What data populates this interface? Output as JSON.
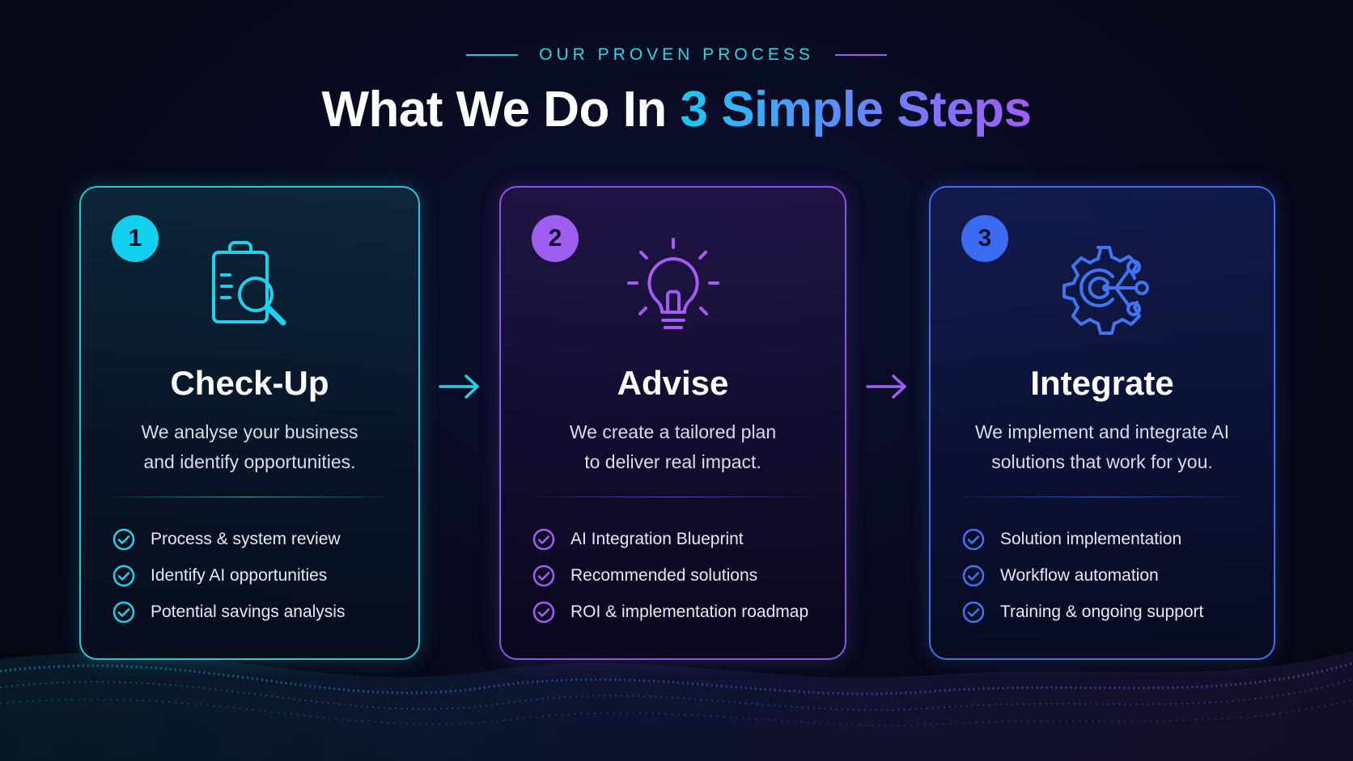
{
  "header": {
    "eyebrow": "OUR PROVEN PROCESS",
    "title_part1": "What We Do In ",
    "title_part2": "3 Simple Steps"
  },
  "colors": {
    "cyan": "#19c9e0",
    "purple": "#9b5cf6",
    "blue": "#3a6bf2",
    "background": "#070a1c"
  },
  "steps": [
    {
      "number": "1",
      "icon": "clipboard-magnifier-icon",
      "title": "Check-Up",
      "desc_line1": "We analyse your business",
      "desc_line2": "and identify opportunities.",
      "features": [
        "Process & system review",
        "Identify AI opportunities",
        "Potential savings analysis"
      ]
    },
    {
      "number": "2",
      "icon": "lightbulb-icon",
      "title": "Advise",
      "desc_line1": "We create a tailored plan",
      "desc_line2": "to deliver real impact.",
      "features": [
        "AI Integration Blueprint",
        "Recommended solutions",
        "ROI & implementation roadmap"
      ]
    },
    {
      "number": "3",
      "icon": "gear-network-icon",
      "title": "Integrate",
      "desc_line1": "We implement and integrate AI",
      "desc_line2": "solutions that work for you.",
      "features": [
        "Solution implementation",
        "Workflow automation",
        "Training & ongoing support"
      ]
    }
  ]
}
